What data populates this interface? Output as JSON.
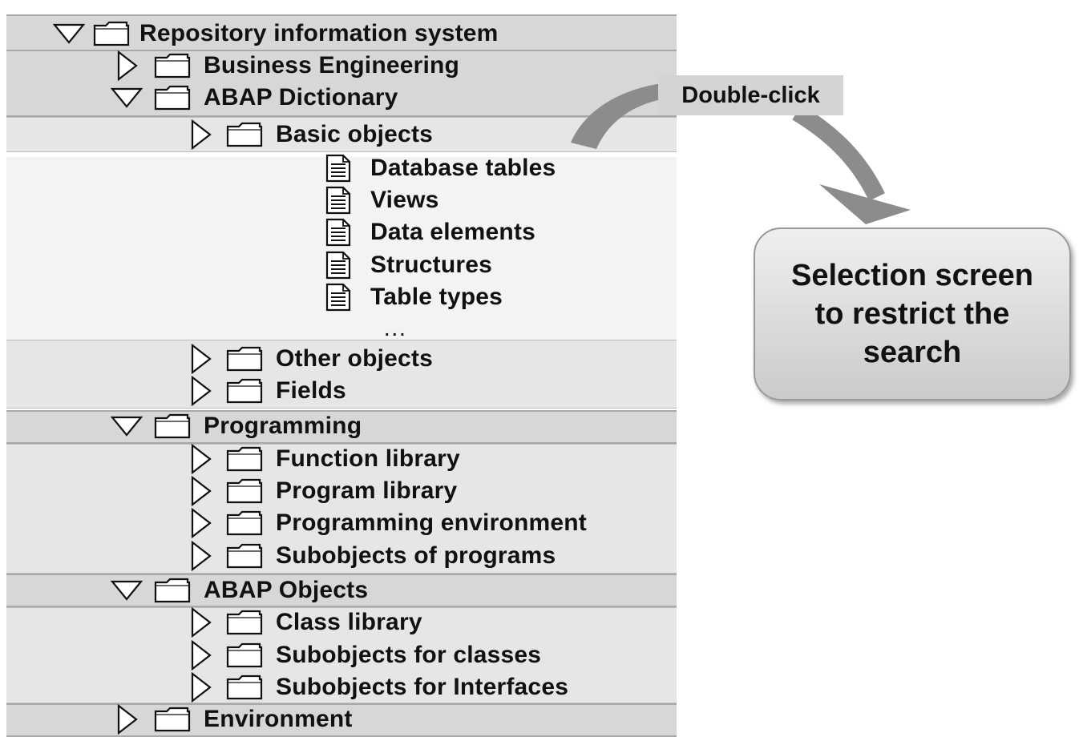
{
  "tree": {
    "root": "Repository information system",
    "business_engineering": "Business Engineering",
    "abap_dictionary": "ABAP Dictionary",
    "basic_objects": "Basic objects",
    "basic_children": [
      "Database tables",
      "Views",
      "Data elements",
      "Structures",
      "Table types"
    ],
    "ellipsis": "...",
    "other_objects": "Other objects",
    "fields": "Fields",
    "programming": "Programming",
    "programming_children": [
      "Function library",
      "Program library",
      "Programming environment",
      "Subobjects of programs"
    ],
    "abap_objects": "ABAP Objects",
    "abap_objects_children": [
      "Class library",
      "Subobjects for classes",
      "Subobjects for Interfaces"
    ],
    "environment": "Environment"
  },
  "annotation": {
    "action": "Double-click",
    "result": "Selection screen to restrict the search"
  },
  "icons": {
    "expanded": "triangle-down-icon",
    "collapsed": "triangle-right-icon",
    "folder": "folder-icon",
    "document": "document-icon"
  }
}
